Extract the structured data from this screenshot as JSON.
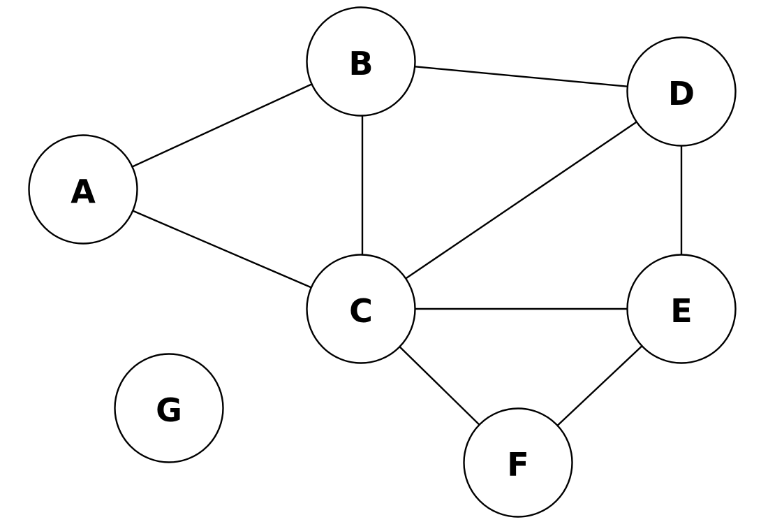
{
  "graph": {
    "nodes": [
      {
        "id": "A",
        "label": "A"
      },
      {
        "id": "B",
        "label": "B"
      },
      {
        "id": "C",
        "label": "C"
      },
      {
        "id": "D",
        "label": "D"
      },
      {
        "id": "E",
        "label": "E"
      },
      {
        "id": "F",
        "label": "F"
      },
      {
        "id": "G",
        "label": "G"
      }
    ],
    "edges": [
      {
        "from": "A",
        "to": "B"
      },
      {
        "from": "A",
        "to": "C"
      },
      {
        "from": "B",
        "to": "C"
      },
      {
        "from": "B",
        "to": "D"
      },
      {
        "from": "C",
        "to": "D"
      },
      {
        "from": "C",
        "to": "E"
      },
      {
        "from": "D",
        "to": "E"
      },
      {
        "from": "C",
        "to": "F"
      },
      {
        "from": "E",
        "to": "F"
      }
    ]
  },
  "colors": {
    "stroke": "#000000",
    "fill": "#ffffff",
    "text": "#000000"
  }
}
